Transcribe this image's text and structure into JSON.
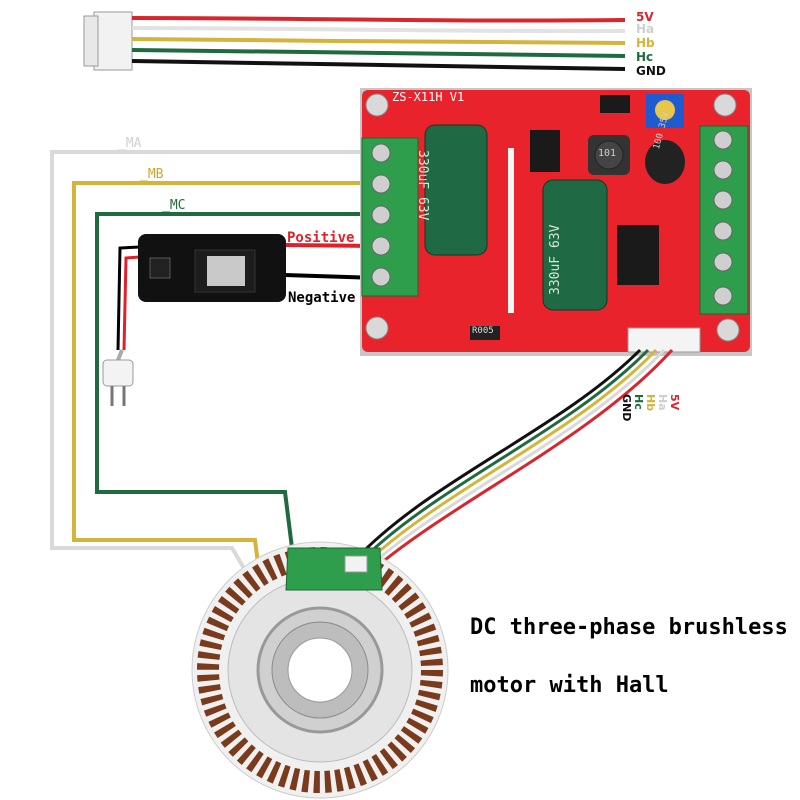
{
  "top_connector": {
    "labels": [
      {
        "text": "5V",
        "color": "#d8262e"
      },
      {
        "text": "Ha",
        "color": "#d8d8d8"
      },
      {
        "text": "Hb",
        "color": "#d4b43a"
      },
      {
        "text": "Hc",
        "color": "#1f6b3f"
      },
      {
        "text": "GND",
        "color": "#111111"
      }
    ]
  },
  "board": {
    "model": "ZS-X11H V1",
    "cap_large_1": "330uF 63V",
    "cap_large_2": "330uF 63V",
    "pot": "101",
    "small_cap": "100 35V",
    "resistor": "R005"
  },
  "phase_wires": {
    "ma": "_MA",
    "mb": "_MB",
    "mc": "_MC",
    "colors": {
      "ma": "#d9d9d9",
      "mb": "#d4b43a",
      "mc": "#1f6b3f"
    }
  },
  "power": {
    "positive": "Positive",
    "negative": "Negative",
    "positive_color": "#e0202a",
    "negative_color": "#000000"
  },
  "hall_side_labels": {
    "labels": [
      {
        "text": "5V",
        "color": "#d8262e"
      },
      {
        "text": "Ha",
        "color": "#cfcfcf"
      },
      {
        "text": "Hb",
        "color": "#d4b43a"
      },
      {
        "text": "Hc",
        "color": "#1f6b3f"
      },
      {
        "text": "GND",
        "color": "#111111"
      }
    ]
  },
  "motor": {
    "caption_line1": "DC three-phase brushless",
    "caption_line2": "motor with Hall"
  }
}
